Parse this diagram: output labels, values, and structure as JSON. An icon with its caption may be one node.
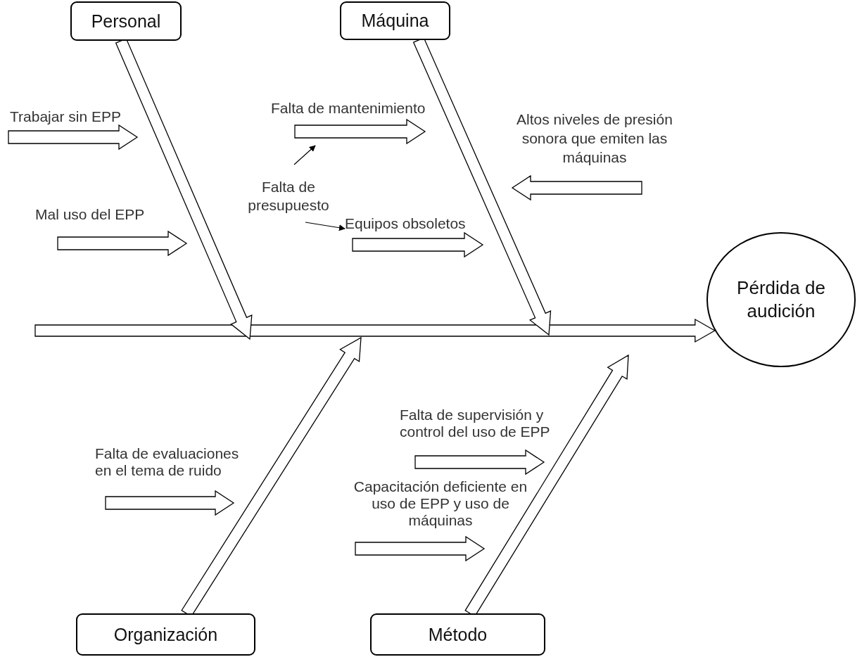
{
  "diagram": {
    "nodes": [
      {
        "text": [
          "Personal"
        ]
      },
      {
        "text": [
          "Máquina"
        ]
      },
      {
        "text": [
          "Pérdida de audición"
        ]
      },
      {
        "text": [
          "Organización"
        ]
      },
      {
        "text": [
          "Método"
        ]
      },
      {
        "text": [
          "Trabajar sin EPP"
        ]
      },
      {
        "text": [
          "Mal uso del EPP"
        ]
      },
      {
        "text": [
          "Falta de mantenimiento"
        ]
      },
      {
        "text": [
          "Falta de presupuesto"
        ]
      },
      {
        "text": [
          "Equipos obsoletos"
        ]
      },
      {
        "text": [
          "Altos niveles de presión sonora que emiten las máquinas"
        ]
      },
      {
        "text": [
          "Falta de evaluaciones en el tema de ruido"
        ]
      },
      {
        "text": [
          "Falta de supervisión y control del uso de EPP"
        ]
      },
      {
        "text": [
          "Capacitación deficiente en uso de EPP y uso de máquinas"
        ]
      }
    ],
    "edges": [
      {
        "from": null,
        "to": 2,
        "arrow": "to"
      },
      {
        "from": 0,
        "to": null,
        "arrow": "to"
      },
      {
        "from": 1,
        "to": null,
        "arrow": "to"
      },
      {
        "from": 3,
        "to": null,
        "arrow": "to"
      },
      {
        "from": 4,
        "to": null,
        "arrow": "to"
      },
      {
        "from": 5,
        "to": null,
        "arrow": "to"
      },
      {
        "from": 6,
        "to": null,
        "arrow": "to"
      },
      {
        "from": 7,
        "to": null,
        "arrow": "to"
      },
      {
        "from": 9,
        "to": null,
        "arrow": "to"
      },
      {
        "from": 10,
        "to": null,
        "arrow": "to"
      },
      {
        "from": 11,
        "to": null,
        "arrow": "to"
      },
      {
        "from": 12,
        "to": null,
        "arrow": "to"
      },
      {
        "from": 13,
        "to": null,
        "arrow": "to"
      },
      {
        "from": 8,
        "to": null,
        "arrow": "to"
      },
      {
        "from": 8,
        "to": 9,
        "arrow": "to"
      }
    ]
  }
}
